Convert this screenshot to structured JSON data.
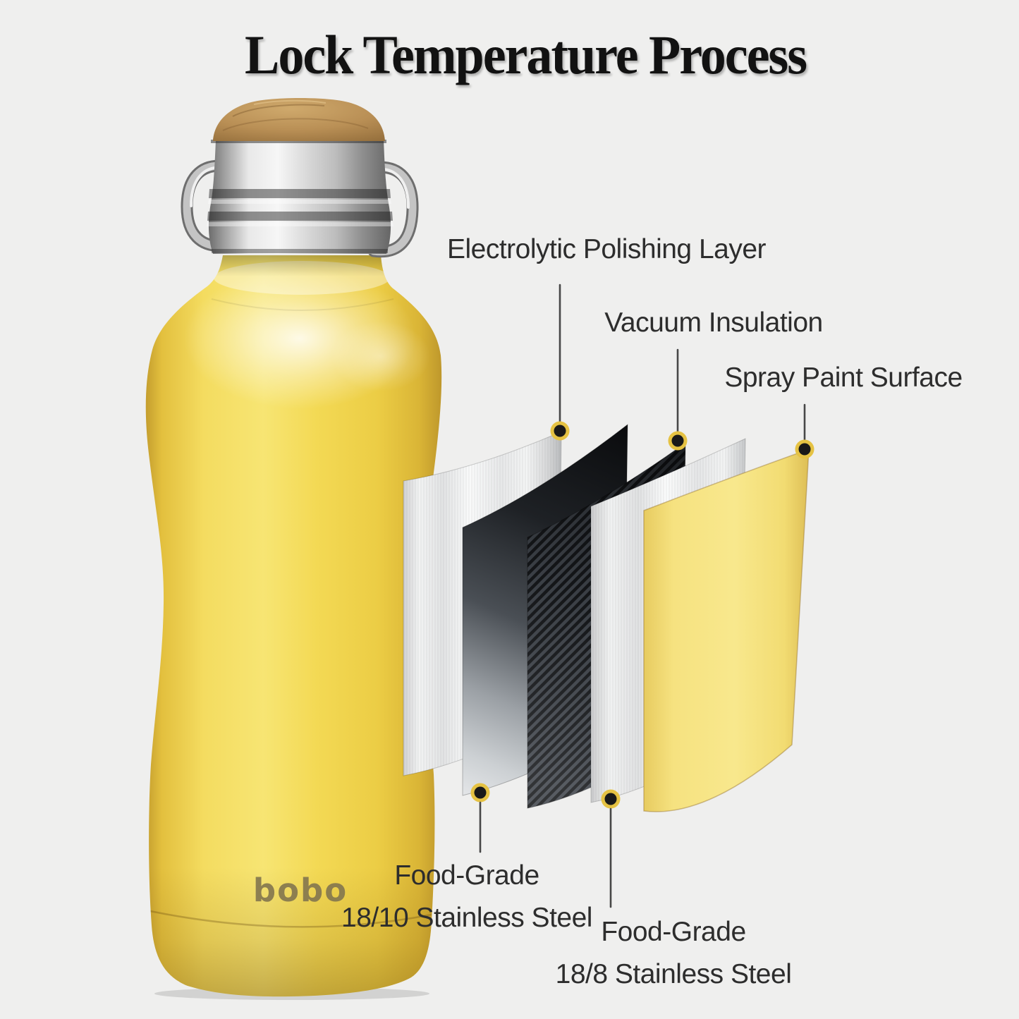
{
  "title": "Lock Temperature Process",
  "brand": "bobo",
  "callouts": {
    "electrolytic": {
      "label": "Electrolytic Polishing Layer"
    },
    "vacuum": {
      "label": "Vacuum Insulation"
    },
    "spray": {
      "label": "Spray Paint Surface"
    },
    "inner_steel": {
      "line1": "Food-Grade",
      "line2": "18/10 Stainless Steel"
    },
    "outer_steel": {
      "line1": "Food-Grade",
      "line2": "18/8 Stainless Steel"
    }
  },
  "diagram": {
    "layers_left_to_right": [
      {
        "name": "Electrolytic Polishing Layer",
        "appearance": "polished bright steel sheet"
      },
      {
        "name": "Food-Grade 18/10 Stainless Steel",
        "appearance": "dark gradient steel sheet"
      },
      {
        "name": "Vacuum Insulation",
        "appearance": "dark diagonal carbon hatch sheet"
      },
      {
        "name": "Food-Grade 18/8 Stainless Steel",
        "appearance": "brushed bright steel sheet"
      },
      {
        "name": "Spray Paint Surface",
        "appearance": "yellow painted sheet"
      }
    ]
  },
  "product": {
    "bottle_color_hex": "#f2d750",
    "panel_yellow_hex": "#f6e484",
    "background_hex": "#efefee",
    "accent_ring_hex": "#e5c243",
    "label_text_hex": "#2d2d2d",
    "title_text_hex": "#121212",
    "logo_color_hex": "#85784f",
    "cap_materials": "bamboo lid with stainless steel band and wire handle"
  }
}
